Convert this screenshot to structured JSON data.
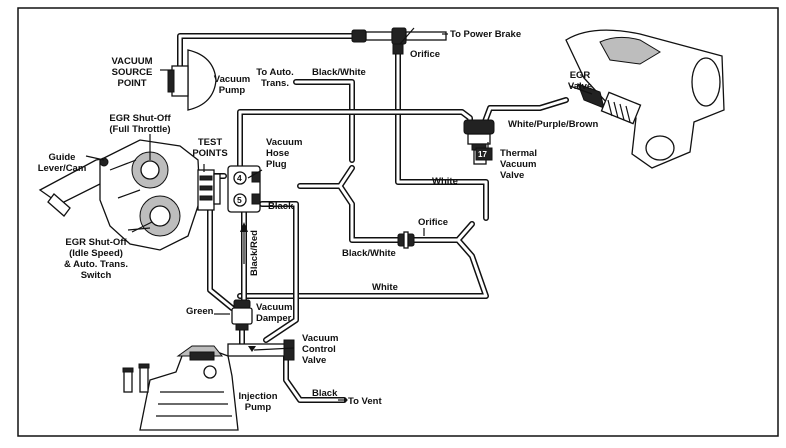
{
  "labels": {
    "to_power_brake": "To Power Brake",
    "orifice_top": "Orifice",
    "vacuum_source_point": [
      "VACUUM",
      "SOURCE",
      "POINT"
    ],
    "vacuum_pump": [
      "Vacuum",
      "Pump"
    ],
    "to_auto_trans": [
      "To Auto.",
      "Trans."
    ],
    "black_white_top": "Black/White",
    "egr_valve": [
      "EGR",
      "Valve"
    ],
    "white_purple_brown": "White/Purple/Brown",
    "thermal_vacuum_valve": [
      "Thermal",
      "Vacuum",
      "Valve"
    ],
    "tvv_number": "17",
    "egr_shutoff_full": [
      "EGR Shut-Off",
      "(Full Throttle)"
    ],
    "test_points": [
      "TEST",
      "POINTS"
    ],
    "guide_lever": [
      "Guide",
      "Lever/Cam"
    ],
    "vacuum_hose_plug": [
      "Vacuum",
      "Hose",
      "Plug"
    ],
    "plug_port_4": "4",
    "plug_port_5": "5",
    "white_mid": "White",
    "black_mid": "Black",
    "orifice_mid": "Orifice",
    "black_white_mid": "Black/White",
    "black_red": "Black/Red",
    "egr_shutoff_idle": [
      "EGR Shut-Off",
      "(Idle Speed)",
      "& Auto. Trans.",
      "Switch"
    ],
    "white_low": "White",
    "green": "Green",
    "vacuum_damper": [
      "Vacuum",
      "Damper"
    ],
    "vacuum_control_valve": [
      "Vacuum",
      "Control",
      "Valve"
    ],
    "injection_pump": [
      "Injection",
      "Pump"
    ],
    "black_vent": "Black",
    "to_vent": "To Vent"
  }
}
